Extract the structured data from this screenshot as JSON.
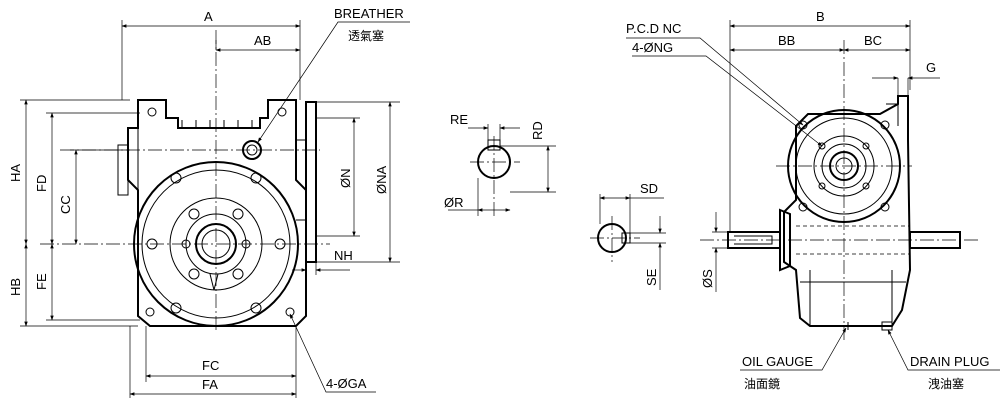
{
  "front_view": {
    "dims": {
      "A": "A",
      "AB": "AB",
      "HA": "HA",
      "HB": "HB",
      "FD": "FD",
      "FE": "FE",
      "CC": "CC",
      "FC": "FC",
      "FA": "FA",
      "N": "ØN",
      "NA": "ØNA",
      "NH": "NH",
      "GA": "4-ØGA"
    },
    "breather": {
      "en": "BREATHER",
      "zh": "透氣塞"
    }
  },
  "shaft_view": {
    "dims": {
      "RE": "RE",
      "RD": "RD",
      "R": "ØR"
    }
  },
  "input_view": {
    "dims": {
      "SD": "SD",
      "SE": "SE"
    }
  },
  "side_view": {
    "dims": {
      "B": "B",
      "BB": "BB",
      "BC": "BC",
      "G": "G",
      "S": "ØS",
      "PCD": "P.C.D NC",
      "NG": "4-ØNG"
    },
    "oil_gauge": {
      "en": "OIL GAUGE",
      "zh": "油面鏡"
    },
    "drain_plug": {
      "en": "DRAIN PLUG",
      "zh": "洩油塞"
    }
  }
}
